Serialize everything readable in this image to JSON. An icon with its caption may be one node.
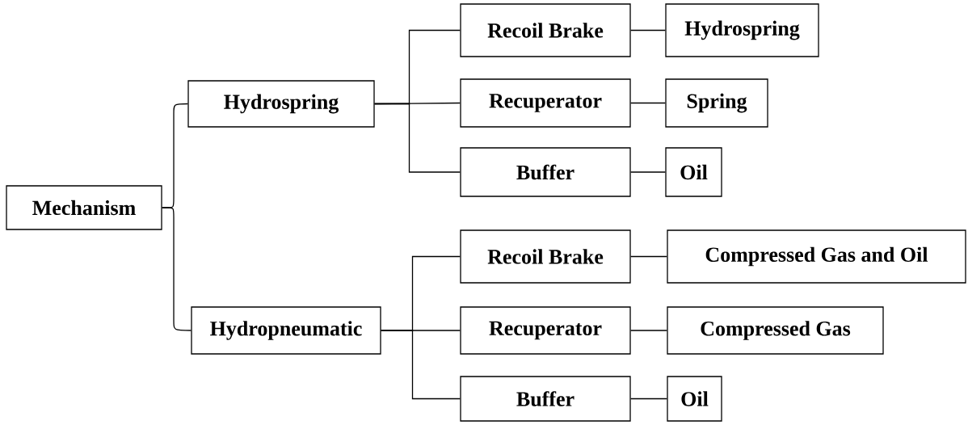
{
  "diagram": {
    "nodes": [
      {
        "text": [
          "Mechanism"
        ]
      },
      {
        "text": [
          "Hydrospring"
        ]
      },
      {
        "text": [
          "Hydropneumatic"
        ]
      },
      {
        "text": [
          "Recoil Brake"
        ]
      },
      {
        "text": [
          "Hydrospring"
        ]
      },
      {
        "text": [
          "Recuperator"
        ]
      },
      {
        "text": [
          "Spring"
        ]
      },
      {
        "text": [
          "Buffer"
        ]
      },
      {
        "text": [
          "Oil"
        ]
      },
      {
        "text": [
          "Recoil Brake"
        ]
      },
      {
        "text": [
          "Compressed Gas and Oil"
        ]
      },
      {
        "text": [
          "Recuperator"
        ]
      },
      {
        "text": [
          "Compressed Gas"
        ]
      },
      {
        "text": [
          "Buffer"
        ]
      },
      {
        "text": [
          "Oil"
        ]
      }
    ],
    "edges": [
      {
        "from": 0,
        "to": 1,
        "arrow": "none"
      },
      {
        "from": 0,
        "to": 2,
        "arrow": "none"
      },
      {
        "from": 1,
        "to": 3,
        "arrow": "none"
      },
      {
        "from": 1,
        "to": 5,
        "arrow": "none"
      },
      {
        "from": 1,
        "to": 7,
        "arrow": "none"
      },
      {
        "from": 3,
        "to": 4,
        "arrow": "none"
      },
      {
        "from": 5,
        "to": 6,
        "arrow": "none"
      },
      {
        "from": 7,
        "to": 8,
        "arrow": "none"
      },
      {
        "from": 2,
        "to": 9,
        "arrow": "none"
      },
      {
        "from": 2,
        "to": 11,
        "arrow": "none"
      },
      {
        "from": 2,
        "to": 13,
        "arrow": "none"
      },
      {
        "from": 9,
        "to": 10,
        "arrow": "none"
      },
      {
        "from": 11,
        "to": 12,
        "arrow": "none"
      },
      {
        "from": 13,
        "to": 14,
        "arrow": "none"
      }
    ]
  }
}
